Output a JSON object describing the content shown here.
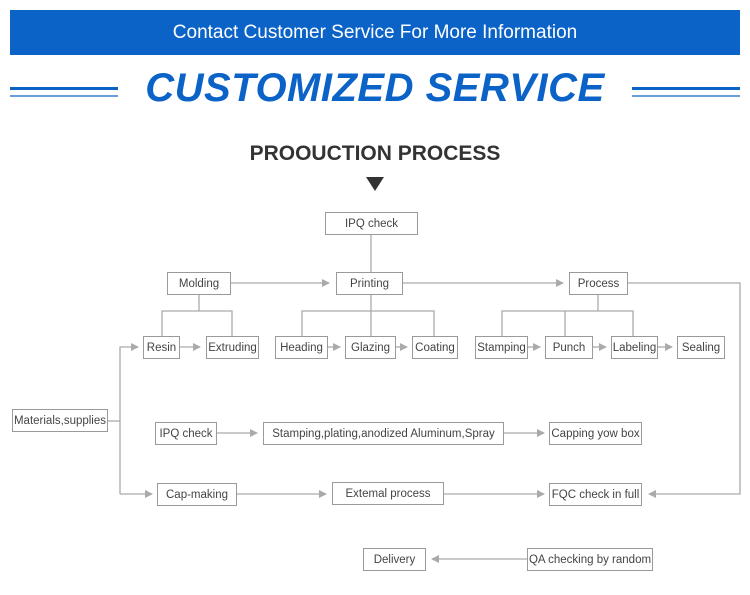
{
  "banner": {
    "text": "Contact Customer Service For More Information"
  },
  "title": "CUSTOMIZED SERVICE",
  "subtitle": "PROOUCTION PROCESS",
  "colors": {
    "brand_blue": "#0b63c8",
    "connector": "#aaaaaa",
    "box_border": "#9a9a9a"
  },
  "nodes": {
    "ipq_top": "IPQ check",
    "molding": "Molding",
    "printing": "Printing",
    "process": "Process",
    "resin": "Resin",
    "extruding": "Extruding",
    "heading": "Heading",
    "glazing": "Glazing",
    "coating": "Coating",
    "stamping": "Stamping",
    "punch": "Punch",
    "labeling": "Labeling",
    "sealing": "Sealing",
    "materials": "Materials,supplies",
    "ipq_mid": "IPQ check",
    "stamping_plating": "Stamping,plating,anodized Aluminum,Spray",
    "capping": "Capping yow box",
    "cap_making": "Cap-making",
    "external": "Extemal process",
    "fqc": "FQC check in full",
    "delivery": "Delivery",
    "qa": "QA checking by random"
  }
}
